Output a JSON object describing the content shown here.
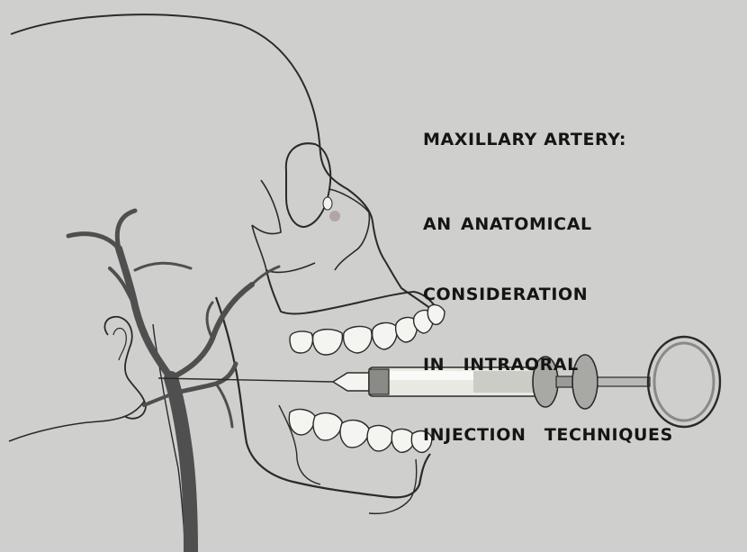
{
  "title": {
    "main": "MAXILLARY ARTERY:",
    "lines": [
      "AN ANATOMICAL",
      "CONSIDERATION",
      "IN  INTRAORAL",
      "INJECTION  TECHNIQUES"
    ]
  },
  "colors": {
    "background": "#cfcfcd",
    "line": "#2a2a2a",
    "vessel": "#555555",
    "teeth": "#f4f4f0",
    "syringe_glass": "#e9e9e4",
    "syringe_metal": "#8a8a86"
  }
}
